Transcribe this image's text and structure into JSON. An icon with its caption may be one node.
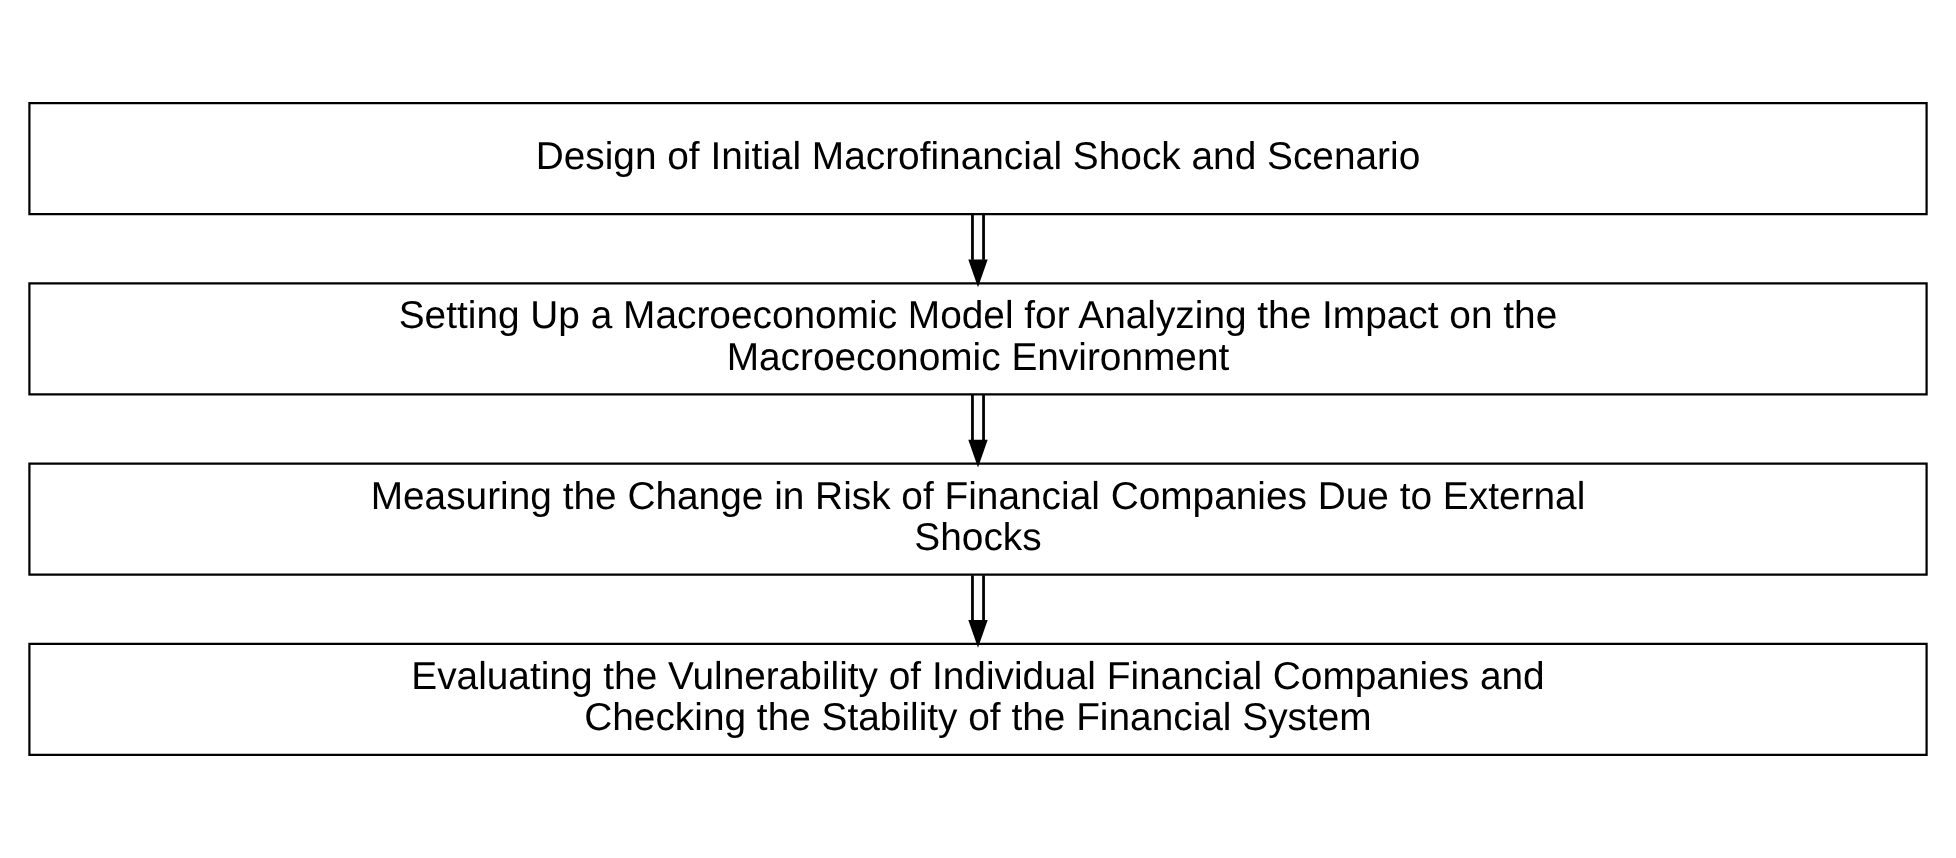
{
  "diagram": {
    "nodes": [
      {
        "text": [
          "Design of Initial Macrofinancial Shock and Scenario"
        ]
      },
      {
        "text": [
          "Setting Up a Macroeconomic Model for Analyzing the Impact on the Macroeconomic Environment"
        ]
      },
      {
        "text": [
          "Measuring the Change in Risk of Financial Companies Due to External Shocks"
        ]
      },
      {
        "text": [
          "Evaluating the Vulnerability of Individual Financial Companies and Checking the Stability of the Financial System"
        ]
      }
    ],
    "edges": [
      {
        "from": 0,
        "to": 1,
        "arrow": "to"
      },
      {
        "from": 1,
        "to": 2,
        "arrow": "to"
      },
      {
        "from": 2,
        "to": 3,
        "arrow": "to"
      }
    ]
  }
}
